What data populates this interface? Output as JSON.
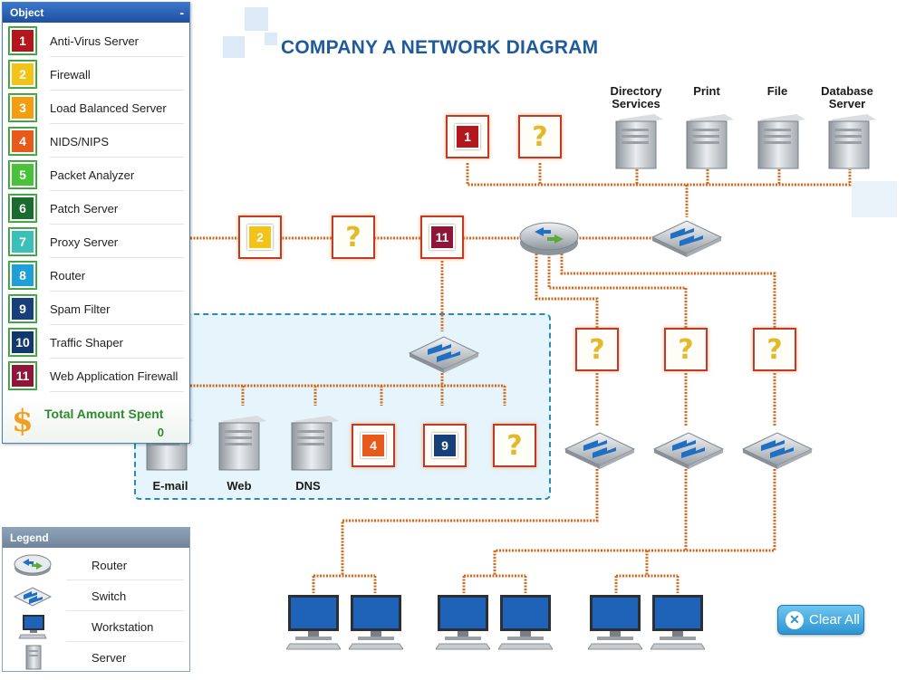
{
  "title": "COMPANY A NETWORK DIAGRAM",
  "object_panel": {
    "header": "Object",
    "minimize": "-",
    "items": [
      {
        "num": "1",
        "label": "Anti-Virus Server",
        "color": "#b3161c"
      },
      {
        "num": "2",
        "label": "Firewall",
        "color": "#f2c318"
      },
      {
        "num": "3",
        "label": "Load Balanced Server",
        "color": "#f29d12"
      },
      {
        "num": "4",
        "label": "NIDS/NIPS",
        "color": "#e85a1a"
      },
      {
        "num": "5",
        "label": "Packet Analyzer",
        "color": "#49c23a"
      },
      {
        "num": "6",
        "label": "Patch Server",
        "color": "#1b6b2e"
      },
      {
        "num": "7",
        "label": "Proxy Server",
        "color": "#3bc0b7"
      },
      {
        "num": "8",
        "label": "Router",
        "color": "#1e9fd8"
      },
      {
        "num": "9",
        "label": "Spam Filter",
        "color": "#173f7a"
      },
      {
        "num": "10",
        "label": "Traffic Shaper",
        "color": "#12396b"
      },
      {
        "num": "11",
        "label": "Web Application Firewall",
        "color": "#8e1638"
      }
    ],
    "total_label": "Total Amount Spent",
    "total_value": "0",
    "currency_symbol": "$"
  },
  "legend": {
    "header": "Legend",
    "items": [
      {
        "label": "Router",
        "icon": "router-icon"
      },
      {
        "label": "Switch",
        "icon": "switch-icon"
      },
      {
        "label": "Workstation",
        "icon": "workstation-icon"
      },
      {
        "label": "Server",
        "icon": "server-icon"
      }
    ]
  },
  "slots": {
    "top_left_1": "1",
    "top_q": "?",
    "firewall": "2",
    "mid_q": "?",
    "waf": "11",
    "dmz_nids": "4",
    "dmz_spam": "9",
    "dmz_q": "?",
    "branch_q1": "?",
    "branch_q2": "?",
    "branch_q3": "?"
  },
  "servers_top": [
    "Directory Services",
    "Print",
    "File",
    "Database Server"
  ],
  "servers_dmz": [
    "E-mail",
    "Web",
    "DNS"
  ],
  "clear_button": "Clear All",
  "colors": {
    "wire": "#d2691e",
    "slot_border": "#c0392b",
    "question": "#e3b92b",
    "title": "#1f5b9c"
  }
}
